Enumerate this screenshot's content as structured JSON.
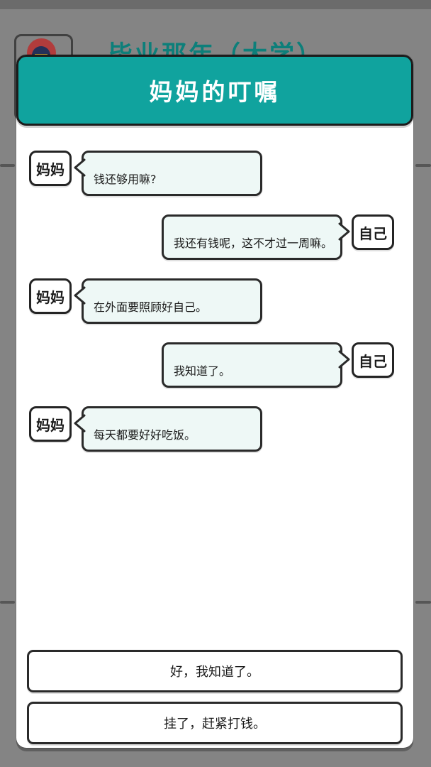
{
  "background": {
    "title": "毕业那年（大学）"
  },
  "modal": {
    "title": "妈妈的叮嘱",
    "header_color": "#10a39e",
    "bubble_color": "#eef8f6",
    "messages": [
      {
        "speaker": "妈妈",
        "side": "left",
        "text": "钱还够用嘛?"
      },
      {
        "speaker": "自己",
        "side": "right",
        "text": "我还有钱呢，这不才过一周嘛。"
      },
      {
        "speaker": "妈妈",
        "side": "left",
        "text": "在外面要照顾好自己。"
      },
      {
        "speaker": "自己",
        "side": "right",
        "text": "我知道了。"
      },
      {
        "speaker": "妈妈",
        "side": "left",
        "text": "每天都要好好吃饭。"
      }
    ],
    "options": [
      {
        "label": "好，我知道了。"
      },
      {
        "label": "挂了，赶紧打钱。"
      }
    ]
  }
}
